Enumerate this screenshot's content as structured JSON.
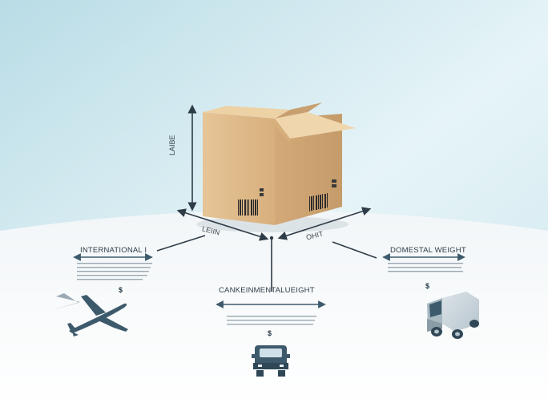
{
  "labels": {
    "height": "LAIBE",
    "length": "LEIIN",
    "width": "OHIT",
    "international": "INTERNATIONAL I",
    "domestic": "DOMESTAL WEIGHT",
    "center": "CANKEINMENTALUEIGHT"
  },
  "badges": {
    "left": "$",
    "center": "$",
    "right": "$"
  },
  "colors": {
    "accent": "#3d5a6c",
    "box": "#dbb584",
    "background_top": "#cfe8ef"
  },
  "icons": {
    "left": "airplane-icon",
    "center": "truck-front-icon",
    "right": "delivery-van-icon"
  }
}
